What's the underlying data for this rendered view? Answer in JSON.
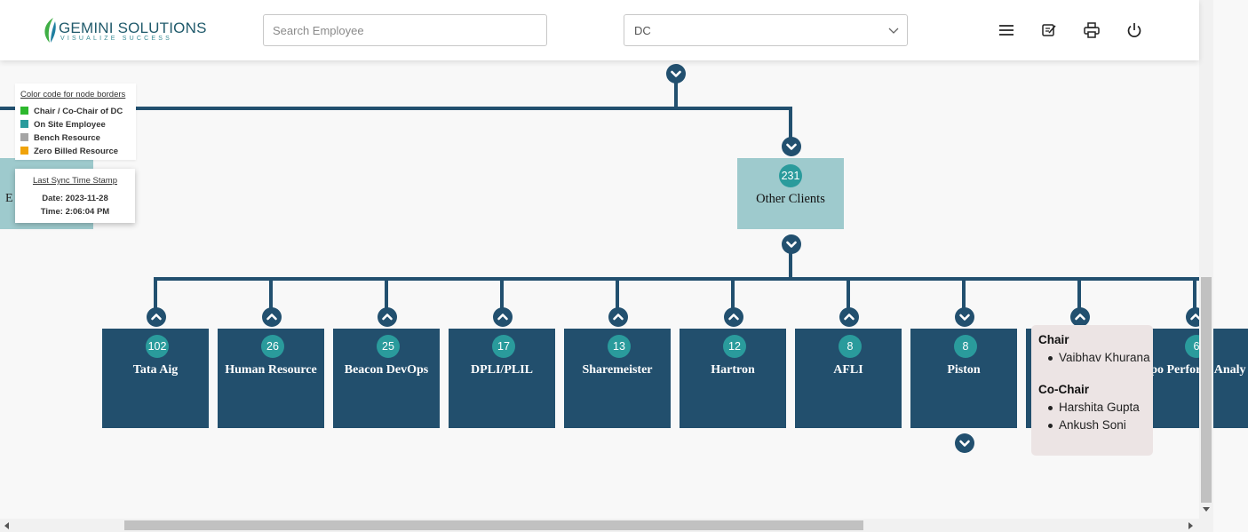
{
  "header": {
    "logo_brand": "GEMINI SOLUTIONS",
    "logo_tagline": "VISUALIZE SUCCESS",
    "search_placeholder": "Search Employee",
    "select_value": "DC",
    "icons": [
      "menu-icon",
      "notes-icon",
      "print-icon",
      "power-icon"
    ]
  },
  "legend": {
    "title": "Color code for node borders",
    "items": [
      {
        "label": "Chair / Co-Chair of DC",
        "color": "#2db82d"
      },
      {
        "label": "On Site Employee",
        "color": "#2a9b9c"
      },
      {
        "label": "Bench Resource",
        "color": "#a5a5a5"
      },
      {
        "label": "Zero Billed Resource",
        "color": "#f0a30a"
      }
    ]
  },
  "sync": {
    "title": "Last Sync Time Stamp",
    "date": "Date: 2023-11-28",
    "time": "Time: 2:06:04 PM"
  },
  "tree": {
    "partial_left_label": "E",
    "parent": {
      "name": "Other Clients",
      "count": "231"
    },
    "children": [
      {
        "name": "Tata Aig",
        "count": "102"
      },
      {
        "name": "Human Resource",
        "count": "26"
      },
      {
        "name": "Beacon DevOps",
        "count": "25"
      },
      {
        "name": "DPLI/PLIL",
        "count": "17"
      },
      {
        "name": "Sharemeister",
        "count": "13"
      },
      {
        "name": "Hartron",
        "count": "12"
      },
      {
        "name": "AFLI",
        "count": "8"
      },
      {
        "name": "Piston",
        "count": "8"
      },
      {
        "name": "",
        "count": ""
      },
      {
        "name": "Spo Perform Analy",
        "count": "6"
      }
    ]
  },
  "tooltip": {
    "chair_heading": "Chair",
    "chairs": [
      "Vaibhav Khurana"
    ],
    "cochair_heading": "Co-Chair",
    "cochairs": [
      "Harshita Gupta",
      "Ankush Soni"
    ]
  },
  "colors": {
    "node": "#224f6d",
    "parent_node": "#9ecacd",
    "badge": "#2a9b9c",
    "connector": "#22506f"
  }
}
